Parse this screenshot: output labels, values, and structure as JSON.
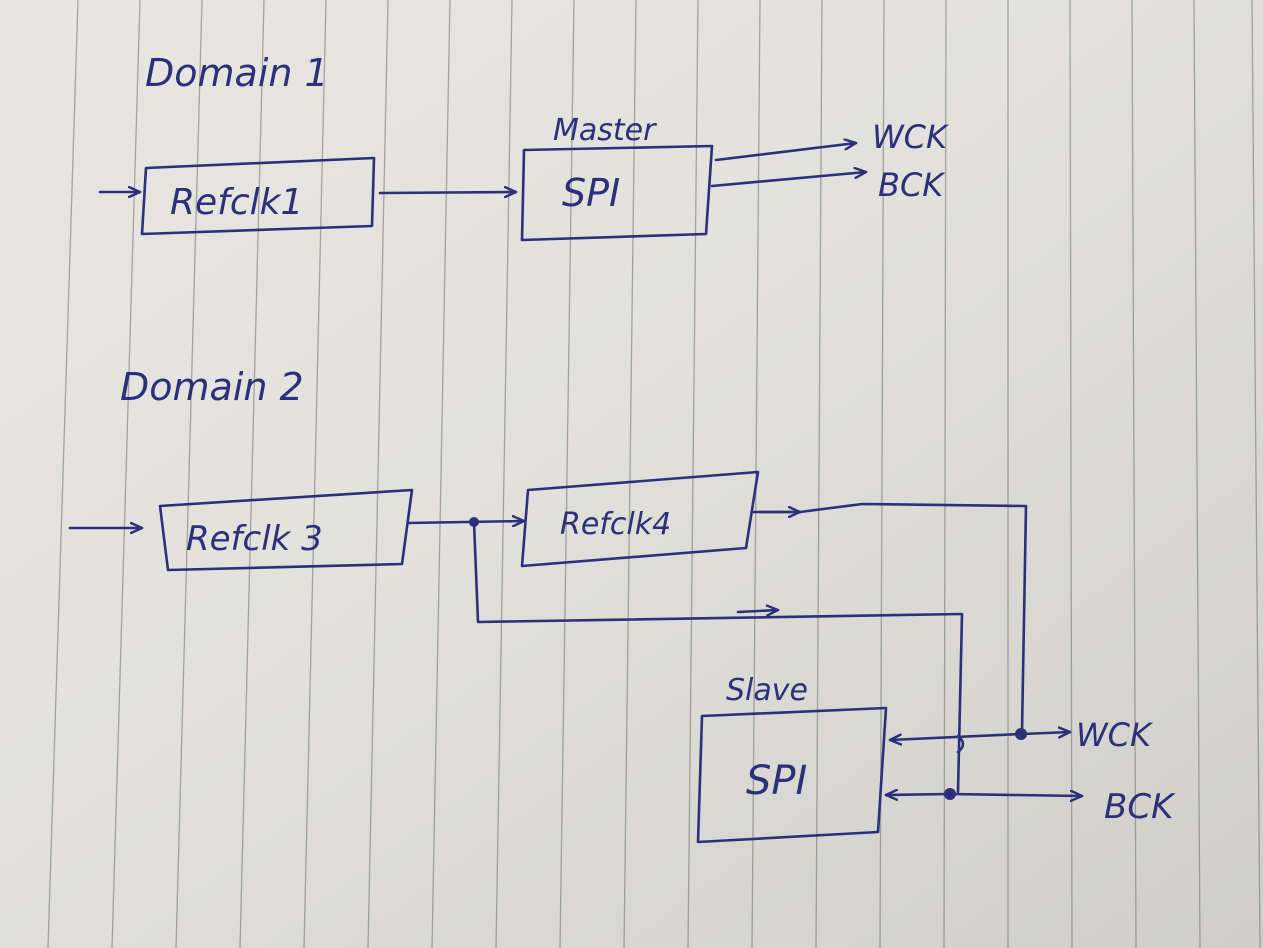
{
  "colors": {
    "ink": "#2c2f7a",
    "paper": "#dedcd6",
    "rule": "#6d6d6d"
  },
  "domain1": {
    "heading": "Domain 1",
    "refclk_label": "Refclk1",
    "spi_role": "Master",
    "spi_label": "SPI",
    "out_wck": "WCK",
    "out_bck": "BCK"
  },
  "domain2": {
    "heading": "Domain 2",
    "refclk3_label": "Refclk 3",
    "refclk4_label": "Refclk4",
    "spi_role": "Slave",
    "spi_label": "SPI",
    "out_wck": "WCK",
    "out_bck": "BCK"
  }
}
